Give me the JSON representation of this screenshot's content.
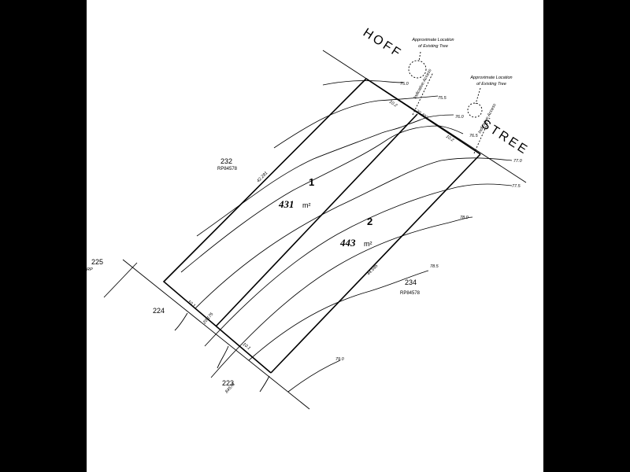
{
  "street": {
    "name_part1": "HOFF",
    "name_part2": "STREE"
  },
  "lots": [
    {
      "number": "1",
      "area": "431",
      "unit": "m²"
    },
    {
      "number": "2",
      "area": "443",
      "unit": "m²"
    }
  ],
  "neighbours": [
    {
      "lot": "232",
      "plan": "RP84578"
    },
    {
      "lot": "234",
      "plan": "RP84578"
    },
    {
      "lot": "225",
      "plan": "RP"
    },
    {
      "lot": "224",
      "plan": ""
    },
    {
      "lot": "223",
      "plan": "84578"
    }
  ],
  "dimensions": [
    "42.281",
    "44.595",
    "10.2",
    "20.403",
    "10.2",
    "10.1",
    "20.175",
    "10.1"
  ],
  "contours": [
    "75.0",
    "75.5",
    "76.0",
    "76.5",
    "77.0",
    "77.5",
    "78.0",
    "78.5",
    "79.0"
  ],
  "notes": {
    "tree_line1": "Approximate Location",
    "tree_line2": "of Existing Tree",
    "access": "Indicative Access"
  }
}
